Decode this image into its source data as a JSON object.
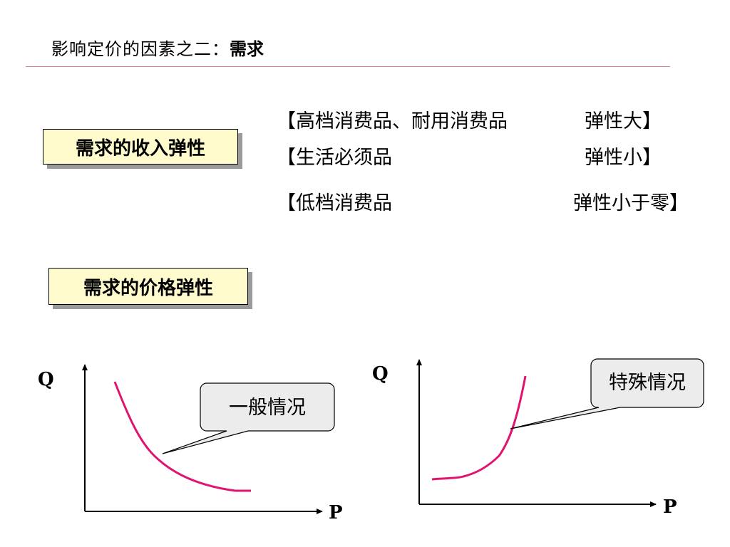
{
  "slide": {
    "title_prefix": "影响定价的因素之二：",
    "title_emphasis": "需求"
  },
  "income_elasticity": {
    "label": "需求的收入弹性",
    "items": [
      {
        "bracket_open": "【",
        "goods": "高档消费品、耐用消费品",
        "elasticity": "弹性大】"
      },
      {
        "bracket_open": "【",
        "goods": "生活必须品",
        "elasticity": "弹性小】"
      },
      {
        "bracket_open": "【",
        "goods": "低档消费品",
        "elasticity": "弹性小于零】"
      }
    ]
  },
  "price_elasticity": {
    "label": "需求的价格弹性"
  },
  "graphs": [
    {
      "y_axis": "Q",
      "x_axis": "P",
      "callout": "一般情况",
      "curve_trend": "decreasing"
    },
    {
      "y_axis": "Q",
      "x_axis": "P",
      "callout": "特殊情况",
      "curve_trend": "increasing"
    }
  ],
  "colors": {
    "curve": "#e0146e",
    "label_fill": "#fffbcc",
    "callout_fill": "#ececec",
    "rule": "#e07a9a"
  }
}
